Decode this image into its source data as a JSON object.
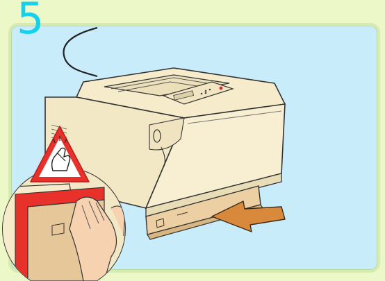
{
  "step": {
    "number": "5"
  },
  "illustration": {
    "subject": "printer-with-paper-tray",
    "warning_icon": "pinch-hazard-icon",
    "arrow_direction": "insert-tray"
  },
  "colors": {
    "background": "#ecf8c8",
    "panel": "#c9ecfa",
    "step_number": "#14d2ee",
    "printer_body": "#f6eccc",
    "tray": "#e6c79a",
    "warning_red": "#e8312a",
    "arrow": "#d9893c"
  }
}
